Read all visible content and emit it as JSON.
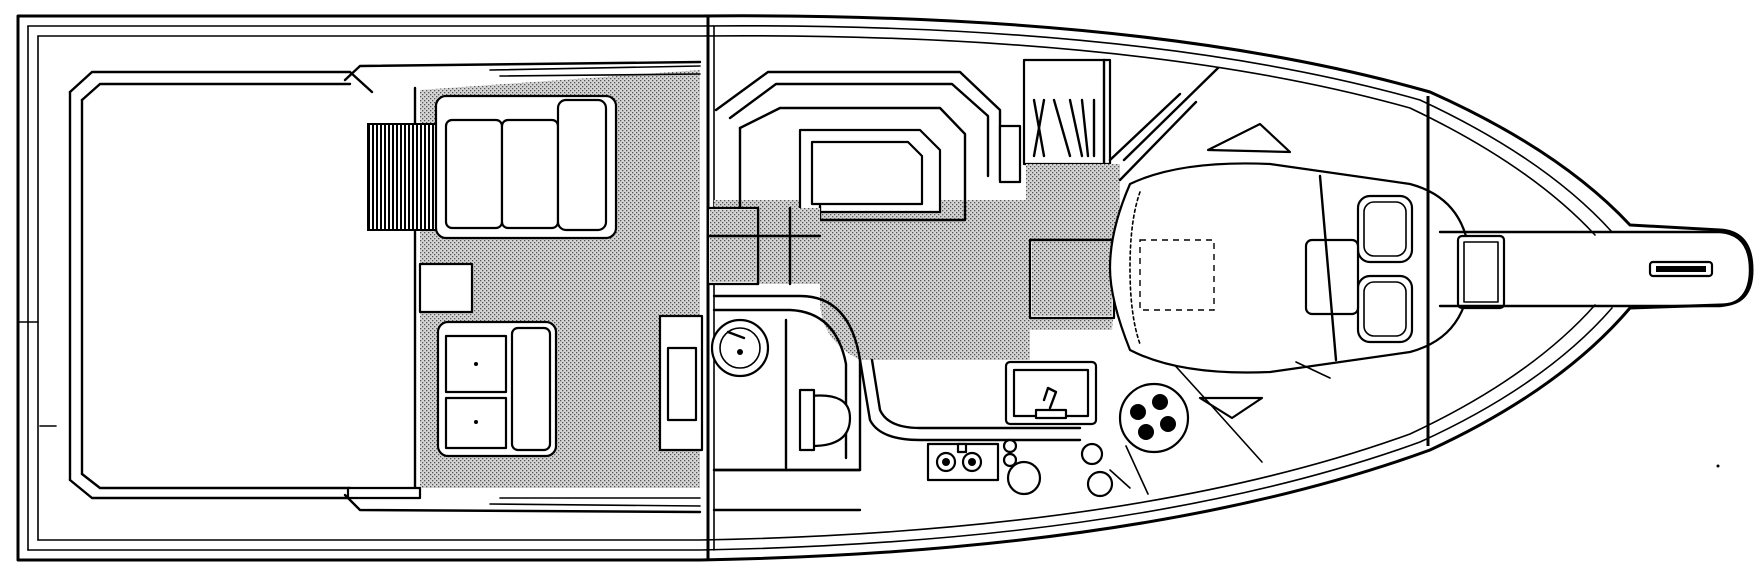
{
  "diagram": {
    "type": "boat-floor-plan",
    "colors": {
      "line": "#000000",
      "background": "#ffffff",
      "stipple": "#555555"
    },
    "areas": [
      {
        "id": "cockpit"
      },
      {
        "id": "salon"
      },
      {
        "id": "galley"
      },
      {
        "id": "head"
      },
      {
        "id": "companionway"
      },
      {
        "id": "dinette"
      },
      {
        "id": "forward-stateroom"
      },
      {
        "id": "anchor-locker"
      },
      {
        "id": "bow-pulpit"
      }
    ]
  }
}
